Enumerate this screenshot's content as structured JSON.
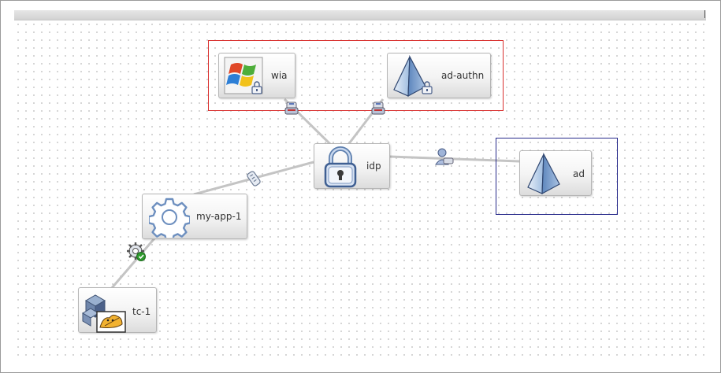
{
  "nodes": {
    "wia": {
      "label": "wia",
      "icon": "windows-logo-icon",
      "badge": "lock-badge-icon"
    },
    "ad_authn": {
      "label": "ad-authn",
      "icon": "pyramid-icon",
      "badge": "lock-badge-icon"
    },
    "idp": {
      "label": "idp",
      "icon": "padlock-icon"
    },
    "ad": {
      "label": "ad",
      "icon": "pyramid-icon"
    },
    "my_app_1": {
      "label": "my-app-1",
      "icon": "gear-icon"
    },
    "tc_1": {
      "label": "tc-1",
      "icon": "server-tomcat-icon"
    }
  },
  "groups": {
    "auth_group": {
      "border_color": "#d9302e"
    },
    "directory_group": {
      "border_color": "#26298a"
    }
  },
  "links": [
    {
      "from": "wia",
      "to": "idp",
      "icon": "web-connector-icon"
    },
    {
      "from": "ad-authn",
      "to": "idp",
      "icon": "web-connector-icon"
    },
    {
      "from": "idp",
      "to": "ad",
      "icon": "user-connector-icon"
    },
    {
      "from": "my-app-1",
      "to": "idp",
      "icon": "plug-connector-icon"
    },
    {
      "from": "tc-1",
      "to": "my-app-1",
      "icon": "gear-check-connector-icon"
    }
  ]
}
